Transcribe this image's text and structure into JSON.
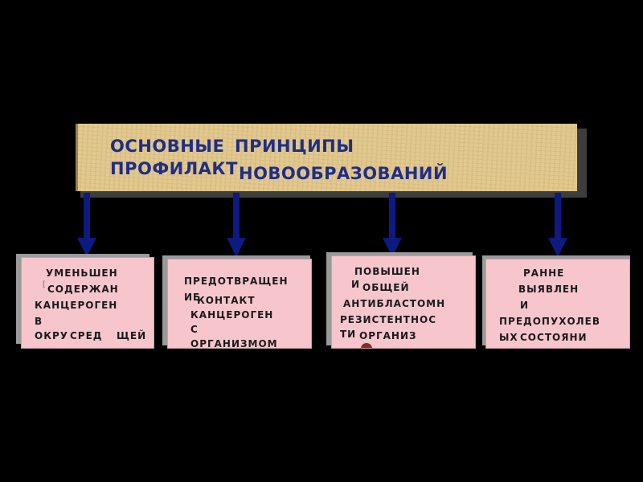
{
  "title": {
    "line1_word1": "ОСНОВНЫЕ",
    "line1_word2": "ПРИНЦИПЫ",
    "line2_word1": "ПРОФИЛАКТ",
    "line2_word2": "НОВООБРАЗОВАНИЙ"
  },
  "colors": {
    "background": "#000000",
    "title_box": "#e2c98f",
    "title_text": "#1f2e86",
    "arrow": "#0d1a80",
    "box_fill": "#f6c6cc"
  },
  "boxes": [
    {
      "lines": [
        "УМЕНЬШЕН",
        "СОДЕРЖАН",
        "КАНЦЕРОГЕН",
        "В",
        "ОКРУ",
        "СРЕД",
        "ЩЕЙ"
      ]
    },
    {
      "lines": [
        "ПРЕДОТВРАЩЕН",
        "ИЕ",
        "КОНТАКТ",
        "КАНЦЕРОГЕН",
        "С",
        "ОРГАНИЗМОМ"
      ]
    },
    {
      "lines": [
        "ПОВЫШЕН",
        "И",
        "ОБЩЕЙ",
        "АНТИБЛАСТОМН",
        "РЕЗИСТЕНТНОС",
        "ТИ",
        "ОРГАНИЗ"
      ]
    },
    {
      "lines": [
        "РАННЕ",
        "ВЫЯВЛЕН",
        "И",
        "ПРЕДОПУХОЛЕВ",
        "ЫХ",
        "СОСТОЯНИ"
      ]
    }
  ]
}
